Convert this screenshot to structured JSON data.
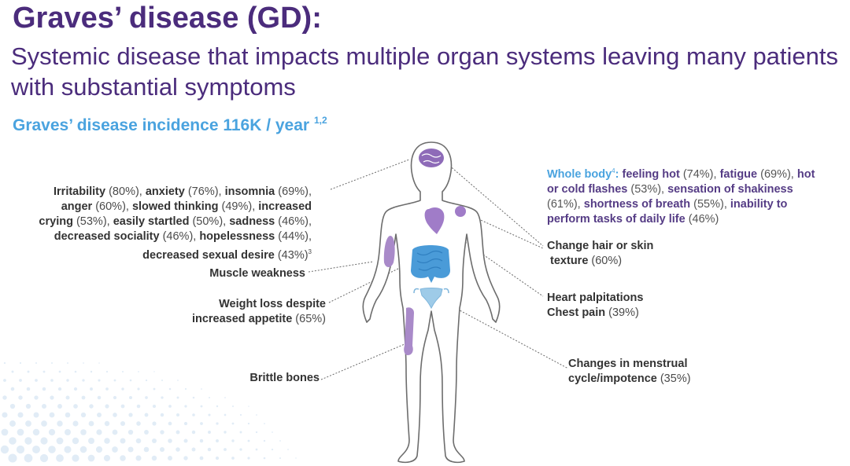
{
  "title": "Graves’ disease (GD):",
  "subtitle": "Systemic disease that impacts multiple organ systems leaving many patients with substantial symptoms",
  "incidence": {
    "label": "Graves’ disease incidence 116K / year",
    "refs": "1,2"
  },
  "mental": {
    "line1": [
      [
        "Irritability",
        " (80%), "
      ],
      [
        "anxiety",
        " (76%), "
      ],
      [
        "insomnia",
        " (69%),"
      ]
    ],
    "line2": [
      [
        "anger",
        " (60%), "
      ],
      [
        "slowed thinking",
        " (49%), "
      ],
      [
        "increased",
        ""
      ]
    ],
    "line3": [
      [
        "crying",
        " (53%), "
      ],
      [
        "easily startled",
        " (50%), "
      ],
      [
        "sadness",
        " (46%),"
      ]
    ],
    "line4": [
      [
        "decreased sociality",
        " (46%), "
      ],
      [
        "hopelessness",
        " (44%),"
      ]
    ],
    "line5": [
      [
        "decreased sexual desire",
        " (43%)"
      ]
    ],
    "ref": "3"
  },
  "muscle": {
    "label": "Muscle weakness"
  },
  "weight": {
    "line1_bold": "Weight loss despite",
    "line2_bold": "increased appetite",
    "line2_pct": " (65%)"
  },
  "bones": {
    "label": "Brittle bones"
  },
  "whole_body": {
    "heading": "Whole body",
    "ref": "4",
    "line1": [
      [
        "feeling hot",
        " (74%), "
      ],
      [
        "fatigue",
        " (69%), "
      ],
      [
        "hot",
        ""
      ]
    ],
    "line2": [
      [
        "or cold flashes",
        " (53%), "
      ],
      [
        "sensation of shakiness",
        ""
      ]
    ],
    "line3": [
      [
        "",
        "(61%), "
      ],
      [
        "shortness of breath",
        " (55%), "
      ],
      [
        "inability to",
        ""
      ]
    ],
    "line4": [
      [
        "perform tasks of daily life",
        " (46%)"
      ]
    ]
  },
  "hair": {
    "line1_bold": "Change hair or skin",
    "line2_bold": "texture",
    "line2_pct": " (60%)"
  },
  "heart": {
    "line1_bold": "Heart palpitations",
    "line2_bold": "Chest pain",
    "line2_pct": " (39%)"
  },
  "menstrual": {
    "line1_bold": "Changes in menstrual",
    "line2_bold": "cycle/impotence",
    "line2_pct": " (35%)"
  },
  "colors": {
    "title": "#4b2c7c",
    "accent_blue": "#4aa3df",
    "organ_purple": "#9d7cc4",
    "organ_blue": "#4a9bd8",
    "dots": "#c9dcef"
  }
}
